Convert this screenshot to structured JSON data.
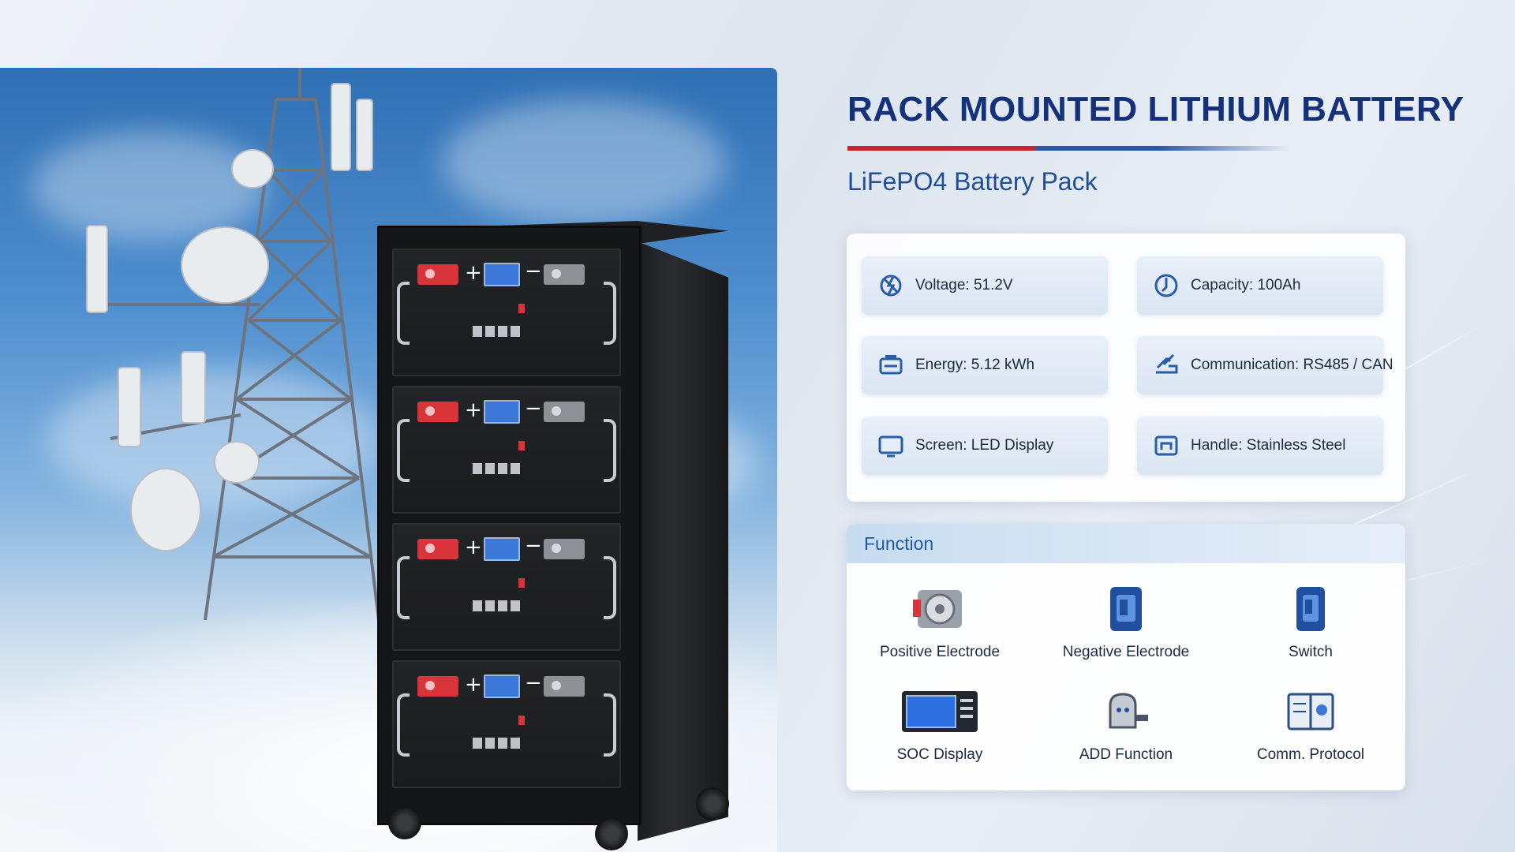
{
  "header": {
    "title": "RACK MOUNTED LITHIUM BATTERY",
    "subtitle": "LiFePO4 Battery Pack"
  },
  "specs": [
    {
      "label": "Voltage: 51.2V",
      "icon": "voltage-icon"
    },
    {
      "label": "Capacity: 100Ah",
      "icon": "capacity-icon"
    },
    {
      "label": "Energy: 5.12 kWh",
      "icon": "energy-icon"
    },
    {
      "label": "Communication: RS485 / CAN",
      "icon": "communication-icon"
    },
    {
      "label": "Screen: LED Display",
      "icon": "screen-icon"
    },
    {
      "label": "Handle: Stainless Steel",
      "icon": "handle-icon"
    }
  ],
  "function_section": {
    "title": "Function",
    "items": [
      {
        "label": "Positive Electrode",
        "icon": "positive-electrode-icon"
      },
      {
        "label": "Negative Electrode",
        "icon": "negative-electrode-icon"
      },
      {
        "label": "Switch",
        "icon": "switch-icon"
      },
      {
        "label": "SOC Display",
        "icon": "soc-display-icon"
      },
      {
        "label": "ADD Function",
        "icon": "add-function-icon"
      },
      {
        "label": "Comm. Protocol",
        "icon": "comm-protocol-icon"
      }
    ]
  },
  "colors": {
    "title": "#14317a",
    "accent_red": "#c8242f",
    "accent_blue": "#2a56a8",
    "function_header": "#1e5aa8"
  }
}
